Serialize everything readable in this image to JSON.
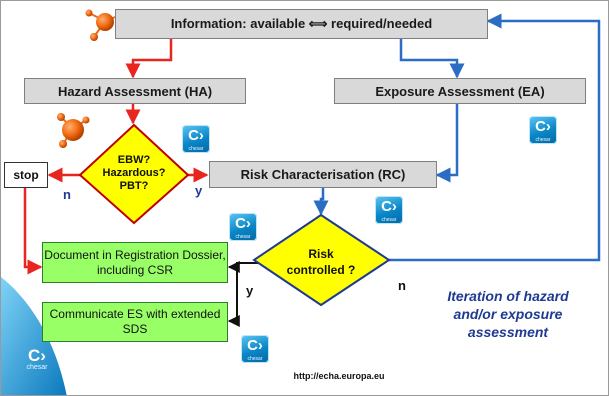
{
  "nodes": {
    "information": "Information: available ⟺ required/needed",
    "hazard_assessment": "Hazard Assessment (HA)",
    "exposure_assessment": "Exposure Assessment (EA)",
    "risk_characterisation": "Risk Characterisation (RC)",
    "stop": "stop",
    "decision_hazard": [
      "EBW?",
      "Hazardous?",
      "PBT?"
    ],
    "decision_risk": [
      "Risk",
      "controlled ?"
    ],
    "document": "Document in Registration Dossier, including CSR",
    "communicate": "Communicate ES with extended SDS"
  },
  "labels": {
    "n_stop": "n",
    "y_rc": "y",
    "y_document": "y",
    "n_loop": "n"
  },
  "logos": {
    "mark": "C›",
    "word": "chesar"
  },
  "note": {
    "lines": [
      "Iteration of hazard",
      "and/or exposure",
      "assessment"
    ]
  },
  "footer": {
    "url": "http://echa.europa.eu"
  },
  "colors": {
    "hazard_path": "#e8251f",
    "exposure_path": "#2b6cc4",
    "decision_fill": "#ffff00",
    "action_fill": "#99ff66",
    "box_fill": "#d9d9d9"
  }
}
